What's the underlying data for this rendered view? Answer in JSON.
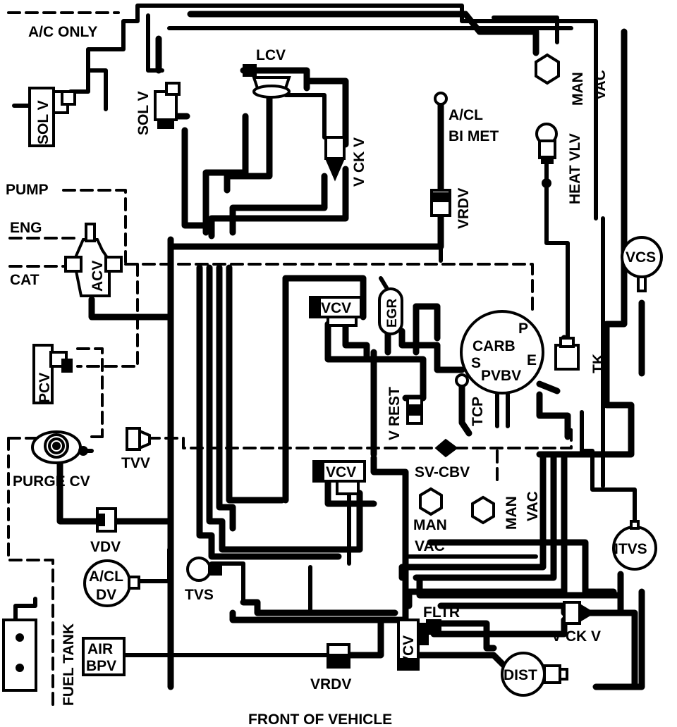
{
  "labels": {
    "ac_only": "A/C ONLY",
    "lcv": "LCV",
    "sol_v_left": "SOL V",
    "sol_v_mid": "SOL V",
    "man_vac_top_man": "MAN",
    "man_vac_top_vac": "VAC",
    "acl_bimet_1": "A/CL",
    "acl_bimet_2": "BI MET",
    "heat_vlv": "HEAT VLV",
    "v_ck_v_top": "V CK V",
    "vrdv_top": "VRDV",
    "pump": "PUMP",
    "eng": "ENG",
    "cat": "CAT",
    "acv": "ACV",
    "vcs": "VCS",
    "vcv_top": "VCV",
    "egr": "EGR",
    "carb": "CARB",
    "carb_p": "P",
    "carb_e": "E",
    "carb_s": "S",
    "carb_pvbv": "PVBV",
    "tk": "TK",
    "pcv": "PCV",
    "v_rest": "V REST",
    "tcp": "TCP",
    "tvv": "TVV",
    "purge_cv": "PURGE CV",
    "vcv_mid": "VCV",
    "sv_cbv": "SV-CBV",
    "man_vac_mid_man": "MAN",
    "man_vac_mid_vac": "VAC",
    "man_vac_right_man": "MAN",
    "man_vac_right_vac": "VAC",
    "vdv": "VDV",
    "itvs": "ITVS",
    "acl_dv_1": "A/CL",
    "acl_dv_2": "DV",
    "tvs": "TVS",
    "fltr": "FLTR",
    "v_ck_v_bottom": "V CK V",
    "fuel_tank": "FUEL TANK",
    "air_bpv_1": "AIR",
    "air_bpv_2": "BPV",
    "vcv_bottom": "VCV",
    "dist": "DIST",
    "vrdv_bottom": "VRDV",
    "footer": "FRONT OF VEHICLE"
  }
}
